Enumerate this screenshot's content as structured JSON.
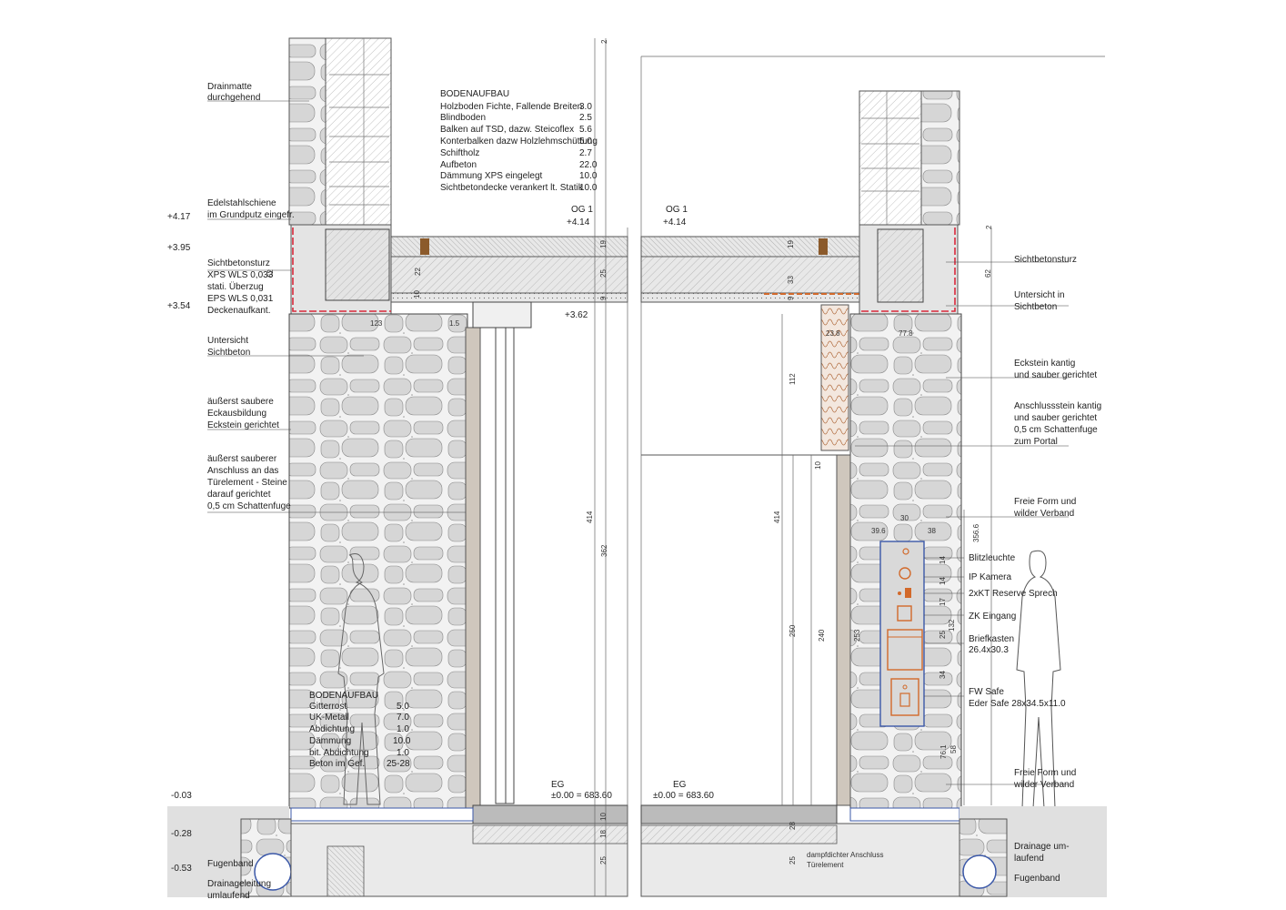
{
  "floor_build_upper": {
    "heading": "BODENAUFBAU",
    "rows": [
      {
        "label": "Holzboden Fichte, Fallende Breiten",
        "value": "3.0"
      },
      {
        "label": "Blindboden",
        "value": "2.5"
      },
      {
        "label": "Balken auf TSD, dazw. Steicoflex",
        "value": "5.6"
      },
      {
        "label": "Konterbalken dazw Holzlehmschüttung",
        "value": "5.0"
      },
      {
        "label": "Schiftholz",
        "value": "2.7"
      },
      {
        "label": "Aufbeton",
        "value": "22.0"
      },
      {
        "label": "Dämmung XPS eingelegt",
        "value": "10.0"
      },
      {
        "label": "Sichtbetondecke verankert lt. Statik",
        "value": "10.0"
      }
    ]
  },
  "floor_build_lower": {
    "heading": "BODENAUFBAU",
    "rows": [
      {
        "label": "Gitterrost",
        "value": "5.0"
      },
      {
        "label": "UK-Metall",
        "value": "7.0"
      },
      {
        "label": "Abdichtung",
        "value": "1.0"
      },
      {
        "label": "Dämmung",
        "value": "10.0"
      },
      {
        "label": "bit. Abdichtung",
        "value": "1.0"
      },
      {
        "label": "Beton im Gef.",
        "value": "25-28"
      }
    ]
  },
  "levels_left": {
    "l1": "+4.17",
    "l2": "+3.95",
    "l3": "+3.54",
    "l4": "-0.03",
    "l5": "-0.28",
    "l6": "-0.53"
  },
  "labels_left": {
    "drainmatte_1": "Drainmatte",
    "drainmatte_2": "durchgehend",
    "edelstahl_1": "Edelstahlschiene",
    "edelstahl_2": "im Grundputz eingefr.",
    "sichtbeton_1": "Sichtbetonsturz",
    "sichtbeton_2": "XPS WLS 0,033",
    "sichtbeton_3": "stati. Überzug",
    "sichtbeton_4": "EPS WLS 0,031",
    "sichtbeton_5": "Deckenaufkant.",
    "untersicht_1": "Untersicht",
    "untersicht_2": "Sichtbeton",
    "eck_1": "äußerst saubere",
    "eck_2": "Eckausbildung",
    "eck_3": "Eckstein gerichtet",
    "anschl_1": "äußerst sauberer",
    "anschl_2": "Anschluss an das",
    "anschl_3": "Türelement - Steine",
    "anschl_4": "darauf gerichtet",
    "anschl_5": "0,5 cm Schattenfuge",
    "fugenband": "Fugenband",
    "drainage_1": "Drainageleitung",
    "drainage_2": "umlaufend"
  },
  "labels_right": {
    "sichtbetonsturz": "Sichtbetonsturz",
    "untersicht_1": "Untersicht in",
    "untersicht_2": "Sichtbeton",
    "eckstein_1": "Eckstein kantig",
    "eckstein_2": "und sauber gerichtet",
    "anschluss_1": "Anschlussstein kantig",
    "anschluss_2": "und sauber gerichtet",
    "anschluss_3": "0,5 cm Schattenfuge",
    "anschluss_4": "zum Portal",
    "freie_1": "Freie Form und",
    "freie_2": "wilder Verband",
    "blitz": "Blitzleuchte",
    "ipkam": "IP Kamera",
    "kt": "2xKT Reserve Sprech",
    "zk": "ZK Eingang",
    "brief_1": "Briefkasten",
    "brief_2": "26.4x30.3",
    "fw_1": "FW Safe",
    "fw_2": "Eder Safe 28x34.5x11.0",
    "freie2_1": "Freie Form und",
    "freie2_2": "wilder Verband",
    "drain_1": "Drainage um-",
    "drain_2": "laufend",
    "fugenband": "Fugenband",
    "dampf_1": "dampfdichter Anschluss",
    "dampf_2": "Türelement"
  },
  "level_tags": {
    "og_left": "OG 1",
    "og_left_val": "+4.14",
    "og_right": "OG 1",
    "og_right_val": "+4.14",
    "p362": "+3.62",
    "eg_left": "EG",
    "eg_left_val": "±0.00 = 683.60",
    "eg_right": "EG",
    "eg_right_val": "±0.00 = 683.60"
  },
  "dims": {
    "d414a": "414",
    "d362": "362",
    "d414b": "414",
    "d112": "112",
    "d250": "250",
    "d240": "240",
    "d253": "253",
    "d3566": "356.6",
    "d62a": "62",
    "d62b": "62",
    "d22": "22",
    "d25": "25",
    "d33": "33",
    "d10": "10",
    "d15": "1.5",
    "d123": "123",
    "d238": "23.8",
    "d778": "77.8",
    "d30": "30",
    "d396": "39.6",
    "d38": "38",
    "d132": "132",
    "d761": "76.1",
    "d58": "58",
    "d19a": "19",
    "d19b": "19",
    "d25a": "25",
    "d25b": "25",
    "d9a": "9",
    "d9b": "9",
    "d2a": "2",
    "d2b": "2",
    "d18": "18",
    "d10b": "10",
    "d28": "28",
    "d25c": "25",
    "d25d": "25",
    "d14a": "14",
    "d14b": "14",
    "d17": "17",
    "d25e": "25",
    "d34": "34",
    "d10c": "10"
  },
  "colors": {
    "stone_fill": "#dcdcdc",
    "stone_joint": "#f4f4f4",
    "concrete": "#e6e6e6",
    "ground": "#e0e0e0",
    "insulation_red": "#d9283a",
    "panel_blue": "#3b58a8",
    "orange": "#d2692a",
    "door_frame": "#cfc7bd"
  }
}
